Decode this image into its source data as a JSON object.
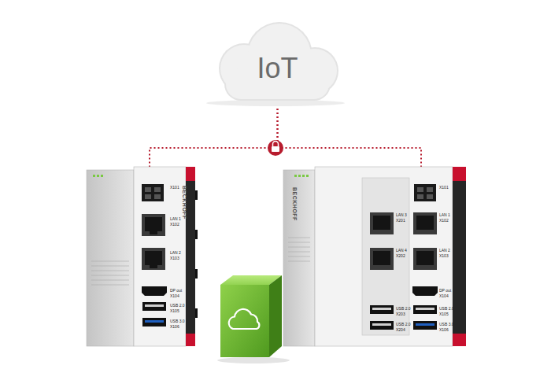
{
  "diagram": {
    "nodes": [
      {
        "text": [
          "IoT"
        ]
      },
      {
        "text": [
          "BECKHOFF"
        ]
      },
      {
        "text": [
          "BECKHOFF"
        ]
      }
    ],
    "edges": [
      {
        "from": 0,
        "to": 1,
        "arrow": "none"
      },
      {
        "from": 0,
        "to": 2,
        "arrow": "none"
      }
    ],
    "labels": [
      "X101",
      "LAN 1",
      "X102",
      "LAN 2",
      "X103",
      "DP out",
      "X104",
      "USB 2.0",
      "X105",
      "USB 3.0",
      "X106",
      "X101",
      "LAN 1",
      "X102",
      "LAN 2",
      "X103",
      "DP out",
      "X104",
      "USB 2.0",
      "X105",
      "USB 3.0",
      "X106",
      "LAN 3",
      "X201",
      "LAN 4",
      "X202",
      "USB 2.0",
      "X203",
      "USB 2.0",
      "X204"
    ]
  }
}
